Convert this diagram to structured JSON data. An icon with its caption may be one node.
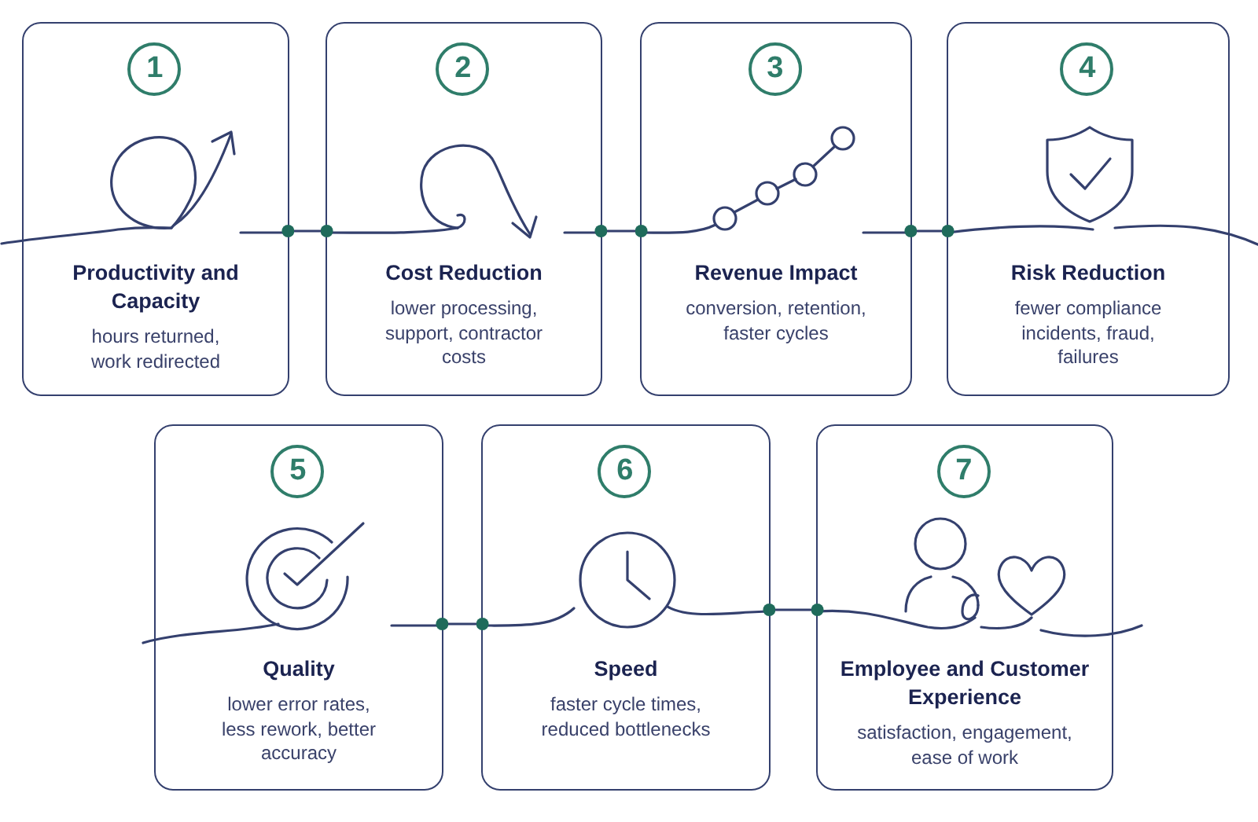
{
  "diagram": {
    "nodes": [
      {
        "text": [
          "1",
          "Productivity and Capacity",
          "hours returned, work redirected"
        ]
      },
      {
        "text": [
          "2",
          "Cost Reduction",
          "lower processing, support, contractor costs"
        ]
      },
      {
        "text": [
          "3",
          "Revenue Impact",
          "conversion, retention, faster cycles"
        ]
      },
      {
        "text": [
          "4",
          "Risk Reduction",
          "fewer compliance incidents, fraud, failures"
        ]
      },
      {
        "text": [
          "5",
          "Quality",
          "lower error rates, less rework, better accuracy"
        ]
      },
      {
        "text": [
          "6",
          "Speed",
          "faster cycle times, reduced bottlenecks"
        ]
      },
      {
        "text": [
          "7",
          "Employee and Customer Experience",
          "satisfaction, engagement, ease of work"
        ]
      }
    ],
    "edges": [
      {
        "from": 0,
        "to": 1,
        "arrow": "other"
      },
      {
        "from": 1,
        "to": 2,
        "arrow": "other"
      },
      {
        "from": 2,
        "to": 3,
        "arrow": "other"
      },
      {
        "from": 4,
        "to": 5,
        "arrow": "other"
      },
      {
        "from": 5,
        "to": 6,
        "arrow": "other"
      }
    ]
  }
}
